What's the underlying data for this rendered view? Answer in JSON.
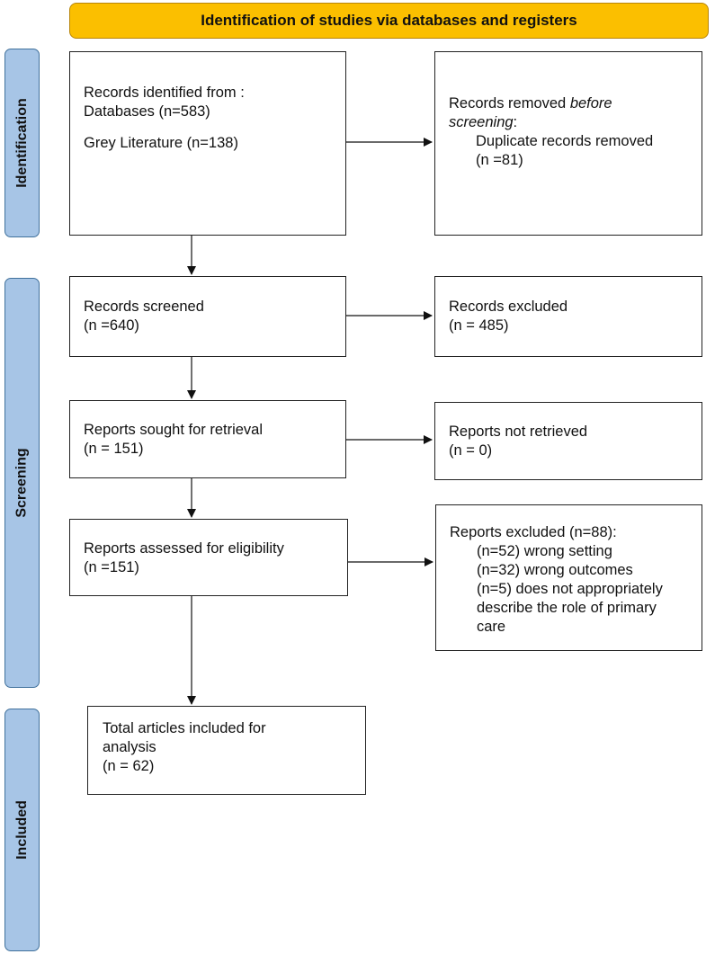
{
  "colors": {
    "banner_fill": "#fbbf00",
    "phase_fill": "#a7c5e6",
    "line": "#111111"
  },
  "banner": {
    "title": "Identification of studies via databases and registers"
  },
  "phases": {
    "identification": "Identification",
    "screening": "Screening",
    "included": "Included"
  },
  "boxes": {
    "records_identified": {
      "line1": "Records identified from :",
      "line2": "Databases (n=583)",
      "line3": "Grey Literature (n=138)"
    },
    "records_removed": {
      "line1_start": "Records removed ",
      "line1_em": "before",
      "line2_em": "screening",
      "line2_end": ":",
      "line3": "Duplicate records removed",
      "line4": "(n =81)"
    },
    "records_screened": {
      "line1": "Records screened",
      "line2": "(n =640)"
    },
    "records_excluded": {
      "line1": "Records excluded",
      "line2": "(n = 485)"
    },
    "reports_sought": {
      "line1": "Reports sought for retrieval",
      "line2": "(n = 151)"
    },
    "reports_not_retrieved": {
      "line1": "Reports not retrieved",
      "line2": "(n = 0)"
    },
    "reports_assessed": {
      "line1": "Reports assessed for eligibility",
      "line2": "(n =151)"
    },
    "reports_excluded": {
      "line1": "Reports excluded (n=88):",
      "line2": "(n=52) wrong setting",
      "line3": "(n=32) wrong outcomes",
      "line4": "(n=5) does not appropriately",
      "line5": "describe the role of primary",
      "line6": "care"
    },
    "total_included": {
      "line1": "Total articles included for",
      "line2": "analysis",
      "line3": "(n = 62)"
    }
  }
}
